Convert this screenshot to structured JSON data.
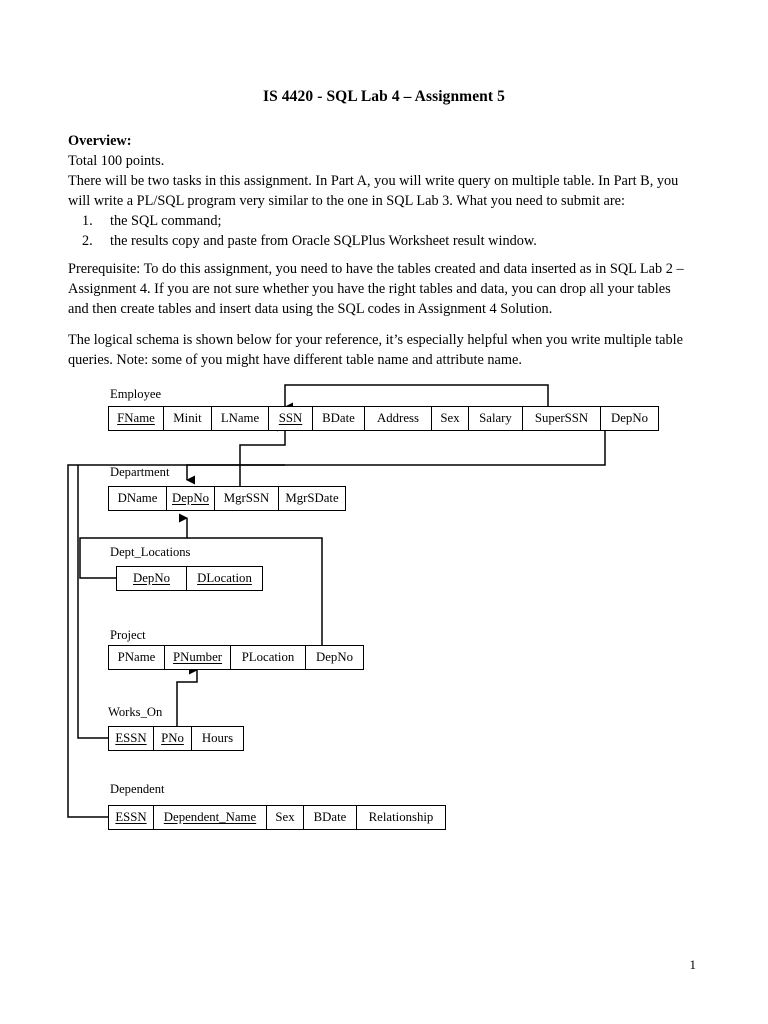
{
  "document": {
    "title": "IS 4420 - SQL Lab 4 – Assignment 5",
    "overview_heading": "Overview:",
    "total_points": "Total 100 points.",
    "intro_paragraph": "There will be two tasks in this assignment. In Part A, you will write query on multiple table. In Part B, you will write a PL/SQL program very similar to the one in SQL Lab 3. What you need to submit are:",
    "submit_items": [
      {
        "num": "1.",
        "text": "the SQL command;"
      },
      {
        "num": "2.",
        "text": "the results copy and paste from Oracle SQLPlus Worksheet result window."
      }
    ],
    "prerequisite_paragraph": "Prerequisite: To do this assignment, you need to have the tables created and data inserted as in SQL Lab 2 – Assignment 4. If you are not sure whether you have the right tables and data, you can drop all your tables and then create tables and insert data using the SQL codes in Assignment 4 Solution.",
    "schema_paragraph": "The logical schema is shown below for your reference, it’s especially helpful when you write multiple table queries. Note: some of you might have different table name and attribute name.",
    "page_number": "1"
  },
  "schema": {
    "tables": [
      {
        "name": "Employee",
        "attributes": [
          {
            "label": "FName",
            "pk": false,
            "width": 55
          },
          {
            "label": "Minit",
            "pk": false,
            "width": 48
          },
          {
            "label": "LName",
            "pk": false,
            "width": 57
          },
          {
            "label": "SSN",
            "pk": true,
            "width": 44
          },
          {
            "label": "BDate",
            "pk": false,
            "width": 52
          },
          {
            "label": "Address",
            "pk": false,
            "width": 67
          },
          {
            "label": "Sex",
            "pk": false,
            "width": 37
          },
          {
            "label": "Salary",
            "pk": false,
            "width": 54
          },
          {
            "label": "SuperSSN",
            "pk": false,
            "width": 78
          },
          {
            "label": "DepNo",
            "pk": false,
            "width": 57
          }
        ]
      },
      {
        "name": "Department",
        "attributes": [
          {
            "label": "DName",
            "pk": false,
            "width": 58
          },
          {
            "label": "DepNo",
            "pk": true,
            "width": 48
          },
          {
            "label": "MgrSSN",
            "pk": false,
            "width": 64
          },
          {
            "label": "MgrSDate",
            "pk": false,
            "width": 66
          }
        ]
      },
      {
        "name": "Dept_Locations",
        "attributes": [
          {
            "label": "DepNo",
            "pk": true,
            "width": 70
          },
          {
            "label": "DLocation",
            "pk": true,
            "width": 75
          }
        ]
      },
      {
        "name": "Project",
        "attributes": [
          {
            "label": "PName",
            "pk": false,
            "width": 56
          },
          {
            "label": "PNumber",
            "pk": true,
            "width": 66
          },
          {
            "label": "PLocation",
            "pk": false,
            "width": 75
          },
          {
            "label": "DepNo",
            "pk": false,
            "width": 57
          }
        ]
      },
      {
        "name": "Works_On",
        "attributes": [
          {
            "label": "ESSN",
            "pk": true,
            "width": 45
          },
          {
            "label": "PNo",
            "pk": true,
            "width": 38
          },
          {
            "label": "Hours",
            "pk": false,
            "width": 51
          }
        ]
      },
      {
        "name": "Dependent",
        "attributes": [
          {
            "label": "ESSN",
            "pk": true,
            "width": 45
          },
          {
            "label": "Dependent_Name",
            "pk": true,
            "width": 113
          },
          {
            "label": "Sex",
            "pk": false,
            "width": 37
          },
          {
            "label": "BDate",
            "pk": false,
            "width": 53
          },
          {
            "label": "Relationship",
            "pk": false,
            "width": 88
          }
        ]
      }
    ],
    "relationships": [
      {
        "from": "Employee.SuperSSN",
        "to": "Employee.SSN"
      },
      {
        "from": "Department.MgrSSN",
        "to": "Employee.SSN"
      },
      {
        "from": "Employee.DepNo",
        "to": "Department.DepNo"
      },
      {
        "from": "Dept_Locations.DepNo",
        "to": "Department.DepNo"
      },
      {
        "from": "Project.DepNo",
        "to": "Department.DepNo"
      },
      {
        "from": "Works_On.PNo",
        "to": "Project.PNumber"
      },
      {
        "from": "Works_On.ESSN",
        "to": "Employee.SSN"
      },
      {
        "from": "Dependent.ESSN",
        "to": "Employee.SSN"
      }
    ]
  }
}
